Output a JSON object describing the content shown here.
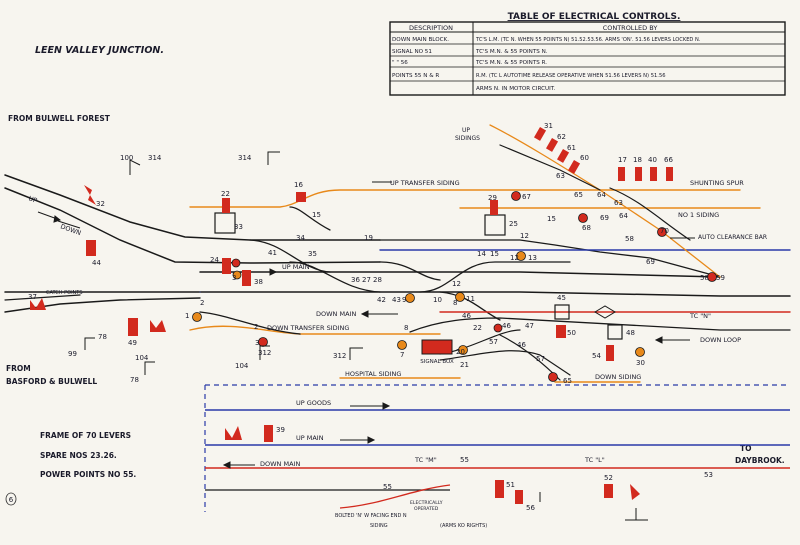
{
  "diagram": {
    "title": "LEEN VALLEY JUNCTION.",
    "from_bulwell_forest": "FROM BULWELL FOREST",
    "from_basford_1": "FROM",
    "from_basford_2": "BASFORD & BULWELL",
    "to_daybrook_1": "TO",
    "to_daybrook_2": "DAYBROOK.",
    "frame_1": "FRAME OF 70 LEVERS",
    "frame_2": "SPARE NOS 23.26.",
    "frame_3": "POWER POINTS NO 55.",
    "page_mark": "6"
  },
  "table": {
    "title": "TABLE OF ELECTRICAL CONTROLS.",
    "headers": [
      "DESCRIPTION",
      "CONTROLLED BY"
    ],
    "rows": [
      [
        "DOWN MAIN BLOCK.",
        "TC'S L.M. (TC N. WHEN 55 POINTS N) 51.52.53.56. ARMS 'ON'. 51.56 LEVERS LOCKED N."
      ],
      [
        "SIGNAL NO 51",
        "TC'S M.N. & 55 POINTS N."
      ],
      [
        "\"   \" 56",
        "TC'S M.N. & 55 POINTS R."
      ],
      [
        "POINTS 55 N & R",
        "R.M. (TC L AUTOTIME RELEASE OPERATIVE WHEN 51.56 LEVERS N) 51.56"
      ],
      [
        "",
        "ARMS N. IN MOTOR CIRCUIT."
      ]
    ]
  },
  "tracks": {
    "up": "UP",
    "down": "DOWN",
    "up_transfer": "UP TRANSFER SIDING",
    "up_main": "UP MAIN",
    "down_main": "DOWN MAIN",
    "down_transfer": "DOWN TRANSFER SIDING",
    "hospital": "HOSPITAL SIDING",
    "signal_box": "SIGNAL BOX",
    "down_siding": "DOWN SIDING",
    "down_loop": "DOWN LOOP",
    "no1_siding": "NO 1 SIDING",
    "shunting_spur": "SHUNTING SPUR",
    "up_sidings_1": "UP",
    "up_sidings_2": "SIDINGS",
    "auto_clearance": "AUTO CLEARANCE BAR",
    "catch_points": "CATCH POINTS",
    "tc_n": "TC \"N\"",
    "up_goods": "UP GOODS",
    "up_main_lower": "UP MAIN",
    "down_main_lower": "DOWN MAIN",
    "tc_m": "TC \"M\"",
    "tc_l": "TC \"L\"",
    "bolted": "BOLTED 'N' W FACING END N",
    "siding": "SIDING",
    "electrically_operated_1": "ELECTRICALLY",
    "electrically_operated_2": "OPERATED",
    "arms_kod": "(ARMS KO RIGHTS)"
  },
  "numbers": [
    {
      "id": "n100",
      "t": "100"
    },
    {
      "id": "n314a",
      "t": "314"
    },
    {
      "id": "n314b",
      "t": "314"
    },
    {
      "id": "n32",
      "t": "32"
    },
    {
      "id": "n44",
      "t": "44"
    },
    {
      "id": "n16",
      "t": "16"
    },
    {
      "id": "n22",
      "t": "22"
    },
    {
      "id": "n33",
      "t": "33"
    },
    {
      "id": "n15a",
      "t": "15"
    },
    {
      "id": "n34",
      "t": "34"
    },
    {
      "id": "n41",
      "t": "41"
    },
    {
      "id": "n35",
      "t": "35"
    },
    {
      "id": "n19",
      "t": "19"
    },
    {
      "id": "n24",
      "t": "24"
    },
    {
      "id": "n3",
      "t": "3"
    },
    {
      "id": "n38",
      "t": "38"
    },
    {
      "id": "n36",
      "t": "36"
    },
    {
      "id": "n27",
      "t": "27"
    },
    {
      "id": "n28",
      "t": "28"
    },
    {
      "id": "n42",
      "t": "42"
    },
    {
      "id": "n43",
      "t": "43"
    },
    {
      "id": "n9",
      "t": "9"
    },
    {
      "id": "n10",
      "t": "10"
    },
    {
      "id": "n8",
      "t": "8"
    },
    {
      "id": "n11",
      "t": "11"
    },
    {
      "id": "n29",
      "t": "29"
    },
    {
      "id": "n67",
      "t": "67"
    },
    {
      "id": "n25",
      "t": "25"
    },
    {
      "id": "n15b",
      "t": "15"
    },
    {
      "id": "n12a",
      "t": "12"
    },
    {
      "id": "n14",
      "t": "14"
    },
    {
      "id": "n15c",
      "t": "15"
    },
    {
      "id": "n12b",
      "t": "12"
    },
    {
      "id": "n13",
      "t": "13"
    },
    {
      "id": "n31",
      "t": "31"
    },
    {
      "id": "n62",
      "t": "62"
    },
    {
      "id": "n61",
      "t": "61"
    },
    {
      "id": "n60",
      "t": "60"
    },
    {
      "id": "n63a",
      "t": "63"
    },
    {
      "id": "n65",
      "t": "65"
    },
    {
      "id": "n64",
      "t": "64"
    },
    {
      "id": "n63b",
      "t": "63"
    },
    {
      "id": "n64b",
      "t": "64"
    },
    {
      "id": "n68",
      "t": "68"
    },
    {
      "id": "n69a",
      "t": "69"
    },
    {
      "id": "n17",
      "t": "17"
    },
    {
      "id": "n18",
      "t": "18"
    },
    {
      "id": "n40",
      "t": "40"
    },
    {
      "id": "n66",
      "t": "66"
    },
    {
      "id": "n58",
      "t": "58"
    },
    {
      "id": "n70",
      "t": "70"
    },
    {
      "id": "n69b",
      "t": "69"
    },
    {
      "id": "n58b",
      "t": "58"
    },
    {
      "id": "n59",
      "t": "59"
    },
    {
      "id": "n12c",
      "t": "12"
    },
    {
      "id": "n37",
      "t": "37"
    },
    {
      "id": "n2",
      "t": "2"
    },
    {
      "id": "n1",
      "t": "1"
    },
    {
      "id": "n49",
      "t": "49"
    },
    {
      "id": "n78a",
      "t": "78"
    },
    {
      "id": "n99",
      "t": "99"
    },
    {
      "id": "n78b",
      "t": "78"
    },
    {
      "id": "n104a",
      "t": "104"
    },
    {
      "id": "n104b",
      "t": "104"
    },
    {
      "id": "n2b",
      "t": "2"
    },
    {
      "id": "n30a",
      "t": "3"
    },
    {
      "id": "n312a",
      "t": "312"
    },
    {
      "id": "n312b",
      "t": "312"
    },
    {
      "id": "n7",
      "t": "7"
    },
    {
      "id": "n8b",
      "t": "8"
    },
    {
      "id": "n46a",
      "t": "46"
    },
    {
      "id": "n20",
      "t": "20"
    },
    {
      "id": "n21",
      "t": "21"
    },
    {
      "id": "n22b",
      "t": "22"
    },
    {
      "id": "n57a",
      "t": "57"
    },
    {
      "id": "n46b",
      "t": "46"
    },
    {
      "id": "n47",
      "t": "47"
    },
    {
      "id": "n46c",
      "t": "46"
    },
    {
      "id": "n57b",
      "t": "57"
    },
    {
      "id": "n65b",
      "t": "65"
    },
    {
      "id": "n45",
      "t": "45"
    },
    {
      "id": "n50",
      "t": "50"
    },
    {
      "id": "n48",
      "t": "48"
    },
    {
      "id": "n54",
      "t": "54"
    },
    {
      "id": "n30",
      "t": "30"
    },
    {
      "id": "n39",
      "t": "39"
    },
    {
      "id": "n55a",
      "t": "55"
    },
    {
      "id": "n55b",
      "t": "55"
    },
    {
      "id": "n51",
      "t": "51"
    },
    {
      "id": "n56",
      "t": "56"
    },
    {
      "id": "n52",
      "t": "52"
    },
    {
      "id": "n53",
      "t": "53"
    }
  ],
  "colors": {
    "ink": "#1a1a2a",
    "red": "#d22a1e",
    "orange": "#e8891a",
    "blue": "#2a3aa8",
    "line": "#1a1a1a"
  }
}
